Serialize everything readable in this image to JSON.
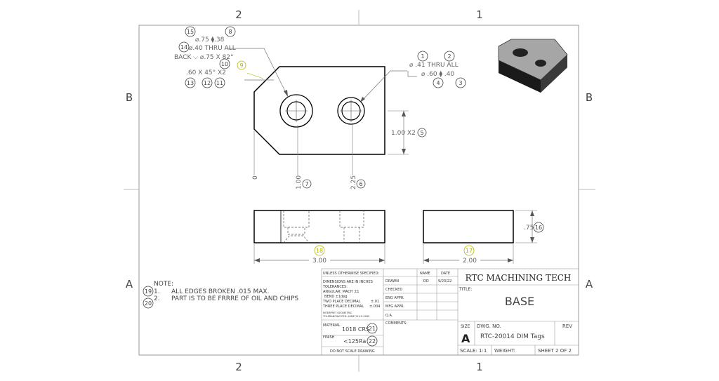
{
  "zones": {
    "top": [
      "2",
      "1"
    ],
    "bottom": [
      "2",
      "1"
    ],
    "left": [
      "B",
      "A"
    ],
    "right": [
      "B",
      "A"
    ]
  },
  "callouts": {
    "n15": "15",
    "n8": "8",
    "c15_text": "⌀.75 ⧫.38",
    "n14": "14",
    "c14_text": "⌀.40 THRU ALL",
    "back_text": "BACK ⌵ ⌀.75 X 82°",
    "n10": "10",
    "n9": "9",
    "chamfer": ".60 X 45° X2",
    "n13": "13",
    "n12": "12",
    "n11": "11",
    "n1": "1",
    "n2": "2",
    "c1_text": "⌀ .41 THRU ALL",
    "c2_text": "⌀ .60 ⧫ .40",
    "n4": "4",
    "n3": "3",
    "dim_zero": "0",
    "dim_100": "1.00",
    "n7": "7",
    "dim_225": "2.25",
    "n6": "6",
    "dim_100x2": "1.00 X2",
    "n5": "5",
    "dim_300": "3.00",
    "n18": "18",
    "dim_200": "2.00",
    "n17": "17",
    "dim_75": ".75",
    "n16": "16"
  },
  "notes": {
    "heading": "NOTE:",
    "n19": "19",
    "line1_num": "1.",
    "line1": "ALL EDGES BROKEN .015 MAX.",
    "n20": "20",
    "line2_num": "2.",
    "line2": "PART IS TO BE FRRRE OF OIL AND CHIPS"
  },
  "title_block": {
    "unless": "UNLESS OTHERWISE SPECIFIED:",
    "dims": "DIMENSIONS ARE IN INCHES",
    "tol": "TOLERANCES:",
    "ang": "ANGULAR: MACH ±1",
    "bend": "BEND ±1deg",
    "two_place": "TWO PLACE DECIMAL",
    "two_val": "±.01",
    "three_place": "THREE PLACE DECIMAL",
    "three_val": "±.004",
    "interpret1": "INTERPRET GEOMETRIC",
    "interpret2": "TOLERANCING PER: ASME Y14.5-2009",
    "material_label": "MATERIAL",
    "material": "1018 CRS",
    "n21": "21",
    "finish_label": "FINISH",
    "finish": "<125Ra",
    "n22": "22",
    "do_not_scale": "DO NOT SCALE DRAWING",
    "name_hdr": "NAME",
    "date_hdr": "DATE",
    "drawn": "DRAWN",
    "drawn_name": "DD",
    "drawn_date": "9/23/22",
    "checked": "CHECKED",
    "eng": "ENG APPR.",
    "mfg": "MFG APPR.",
    "qa": "Q.A.",
    "comments": "COMMENTS:",
    "company": "RTC MACHINING TECH",
    "title_label": "TITLE:",
    "title": "BASE",
    "size_label": "SIZE",
    "size": "A",
    "dwg_label": "DWG.  NO.",
    "dwg_no": "RTC-20014 DIM Tags",
    "rev_label": "REV",
    "scale": "SCALE: 1:1",
    "weight": "WEIGHT:",
    "sheet": "SHEET 2 OF 2"
  },
  "colors": {
    "accent": "#b8b800",
    "line": "#000000",
    "dim": "#555555"
  }
}
